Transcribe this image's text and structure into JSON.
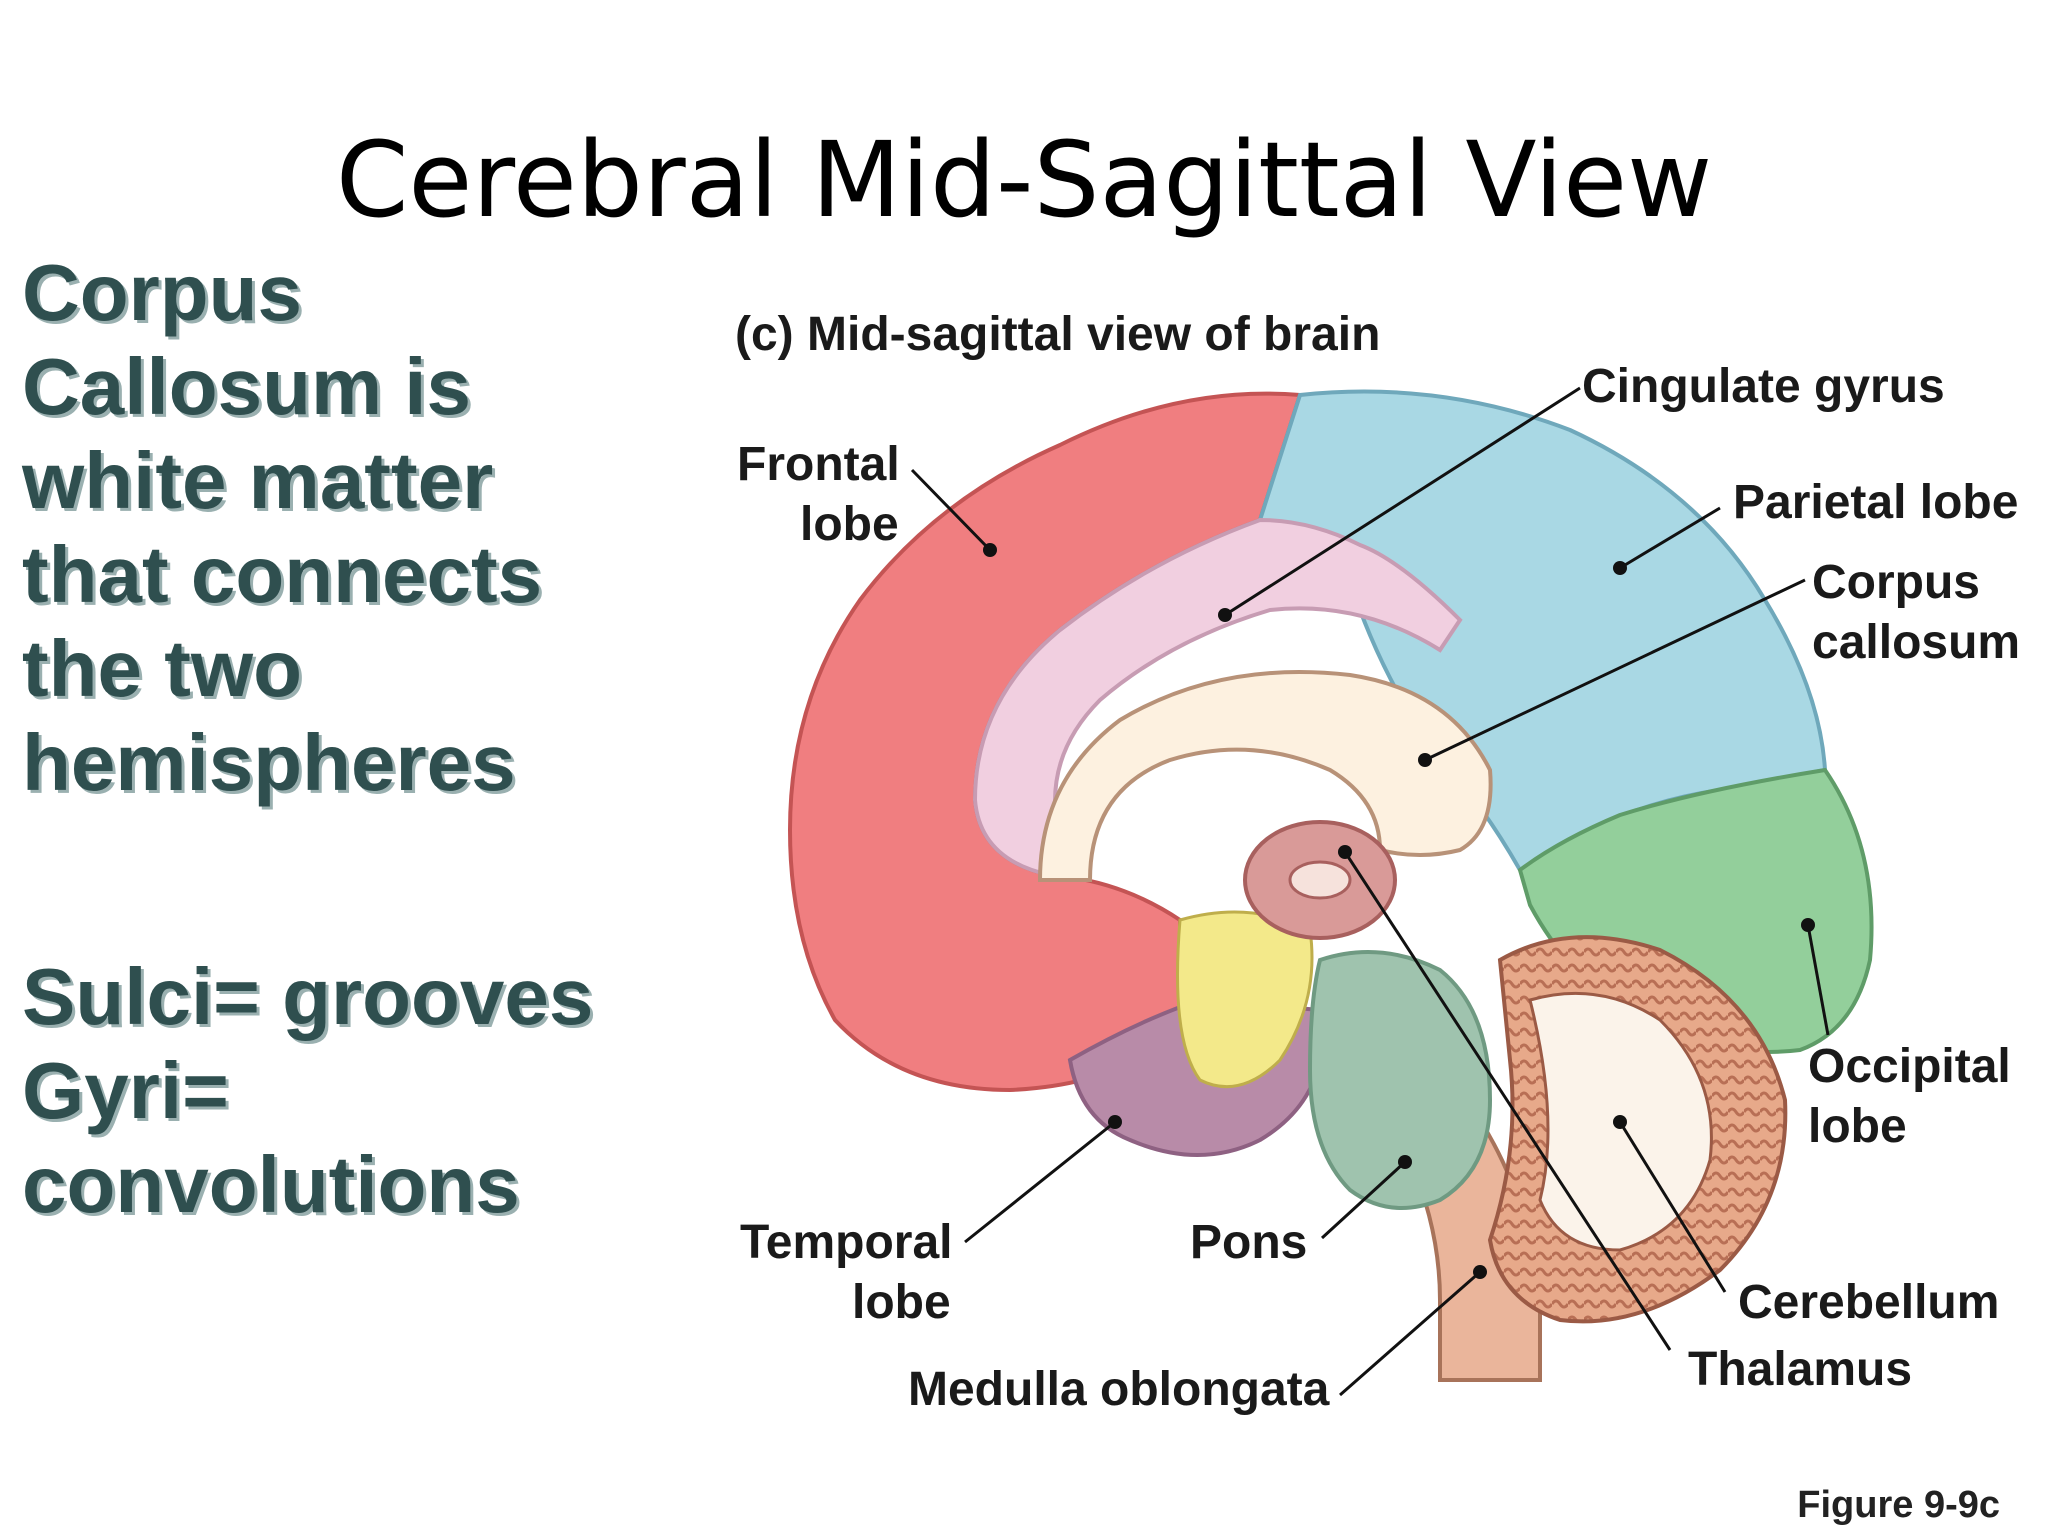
{
  "slide": {
    "title": "Cerebral Mid-Sagittal View",
    "note_lines": [
      "Corpus",
      "Callosum is",
      "white matter",
      "that connects",
      "the two",
      "hemispheres"
    ],
    "definition_lines": [
      "Sulci= grooves",
      "Gyri=",
      "convolutions"
    ]
  },
  "figure": {
    "subtitle": "(c) Mid-sagittal view of brain",
    "reference": "Figure 9-9c",
    "labels": {
      "cingulate_gyrus": "Cingulate gyrus",
      "frontal_lobe": [
        "Frontal",
        "lobe"
      ],
      "parietal_lobe": "Parietal lobe",
      "corpus_callosum": [
        "Corpus",
        "callosum"
      ],
      "occipital_lobe": [
        "Occipital",
        "lobe"
      ],
      "temporal_lobe": [
        "Temporal",
        "lobe"
      ],
      "pons": "Pons",
      "cerebellum": "Cerebellum",
      "thalamus": "Thalamus",
      "medulla_oblongata": "Medulla oblongata"
    }
  },
  "colors": {
    "frontal_lobe": "#f07e80",
    "parietal_lobe": "#a9d8e4",
    "occipital_lobe": "#93cf9b",
    "temporal_lobe": "#b88ba8",
    "cingulate_gyrus": "#f1cfe0",
    "corpus_callosum": "#fdf1e0",
    "brainstem": "#eab59b",
    "pons": "#9fc3ae",
    "cerebellum": "#e7a98a",
    "thalamus": "#d99a98",
    "hypothalamus": "#f3e98a",
    "side_text": "#2f4f4f"
  }
}
